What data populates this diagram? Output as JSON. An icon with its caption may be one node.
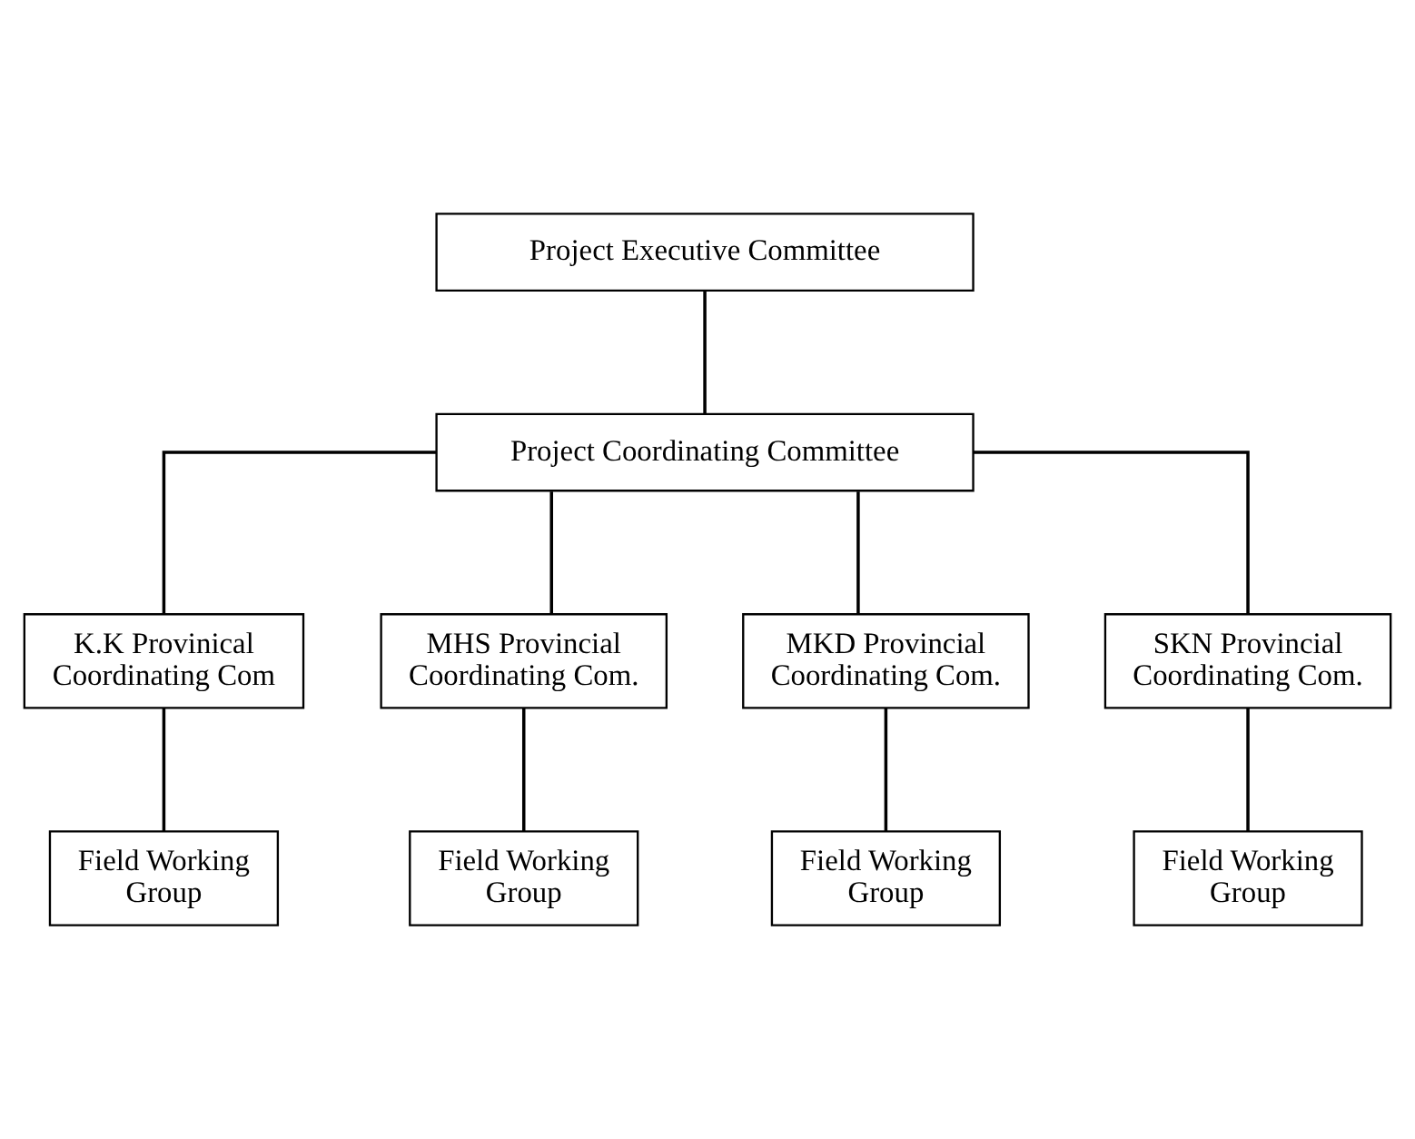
{
  "diagram": {
    "nodes": [
      {
        "text": [
          "Project Executive Committee"
        ]
      },
      {
        "text": [
          "Project Coordinating Committee"
        ]
      },
      {
        "text": [
          "K.K Provinical Coordinating Com"
        ]
      },
      {
        "text": [
          "MHS Provincial Coordinating Com."
        ]
      },
      {
        "text": [
          "MKD Provincial Coordinating Com."
        ]
      },
      {
        "text": [
          "SKN Provincial Coordinating Com."
        ]
      },
      {
        "text": [
          "Field Working Group"
        ]
      },
      {
        "text": [
          "Field Working Group"
        ]
      },
      {
        "text": [
          "Field Working Group"
        ]
      },
      {
        "text": [
          "Field Working Group"
        ]
      }
    ],
    "edges": [
      {
        "from": 0,
        "to": 1,
        "arrow": "none"
      },
      {
        "from": 1,
        "to": 2,
        "arrow": "none"
      },
      {
        "from": 1,
        "to": 3,
        "arrow": "none"
      },
      {
        "from": 1,
        "to": 4,
        "arrow": "none"
      },
      {
        "from": 1,
        "to": 5,
        "arrow": "none"
      },
      {
        "from": 2,
        "to": 6,
        "arrow": "none"
      },
      {
        "from": 3,
        "to": 7,
        "arrow": "none"
      },
      {
        "from": 4,
        "to": 8,
        "arrow": "none"
      },
      {
        "from": 5,
        "to": 9,
        "arrow": "none"
      }
    ]
  }
}
